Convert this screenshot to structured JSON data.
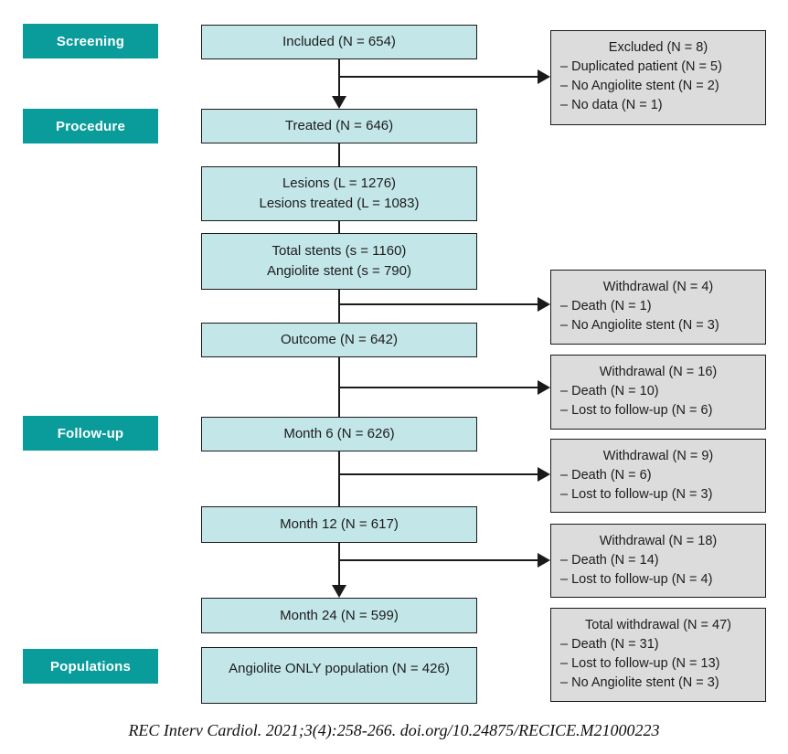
{
  "stages": [
    {
      "label": "Screening"
    },
    {
      "label": "Procedure"
    },
    {
      "label": "Follow-up"
    },
    {
      "label": "Populations"
    }
  ],
  "flow": {
    "included": {
      "line1": "Included (N = 654)"
    },
    "treated": {
      "line1": "Treated (N = 646)"
    },
    "lesions": {
      "line1": "Lesions (L = 1276)",
      "line2": "Lesions treated (L = 1083)"
    },
    "stents": {
      "line1": "Total stents (s = 1160)",
      "line2": "Angiolite stent (s = 790)"
    },
    "outcome": {
      "line1": "Outcome (N = 642)"
    },
    "month6": {
      "line1": "Month 6 (N = 626)"
    },
    "month12": {
      "line1": "Month 12 (N = 617)"
    },
    "month24": {
      "line1": "Month 24 (N = 599)"
    },
    "population": {
      "line1": "Angiolite ONLY population (N = 426)"
    }
  },
  "side": {
    "excluded": {
      "title": "Excluded (N = 8)",
      "items": [
        "– Duplicated patient (N = 5)",
        "– No Angiolite stent (N = 2)",
        "– No data (N = 1)"
      ]
    },
    "withdrawal4": {
      "title": "Withdrawal (N = 4)",
      "items": [
        "– Death (N = 1)",
        "– No Angiolite stent (N = 3)"
      ]
    },
    "withdrawal16": {
      "title": "Withdrawal (N = 16)",
      "items": [
        "– Death (N = 10)",
        "– Lost to follow-up (N = 6)"
      ]
    },
    "withdrawal9": {
      "title": "Withdrawal (N = 9)",
      "items": [
        "– Death (N = 6)",
        "– Lost to follow-up (N = 3)"
      ]
    },
    "withdrawal18": {
      "title": "Withdrawal (N = 18)",
      "items": [
        "– Death (N = 14)",
        "– Lost to follow-up (N = 4)"
      ]
    },
    "total": {
      "title": "Total withdrawal (N = 47)",
      "items": [
        "– Death (N = 31)",
        "– Lost to follow-up (N = 13)",
        "– No Angiolite stent (N = 3)"
      ]
    }
  },
  "citation": "REC Interv Cardiol. 2021;3(4):258-266. doi.org/10.24875/RECICE.M21000223",
  "colors": {
    "stage_bg": "#0a9b9b",
    "flow_box_bg": "#c3e6e8",
    "side_box_bg": "#dcdcdc",
    "border": "#1a1a1a",
    "background": "#ffffff"
  }
}
